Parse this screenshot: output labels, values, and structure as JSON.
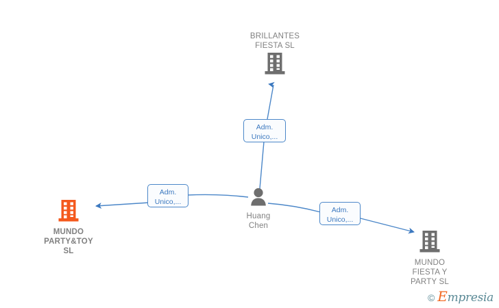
{
  "diagram": {
    "type": "org-relationship-graph",
    "background_color": "#ffffff",
    "edge_color": "#4a86c8",
    "company_icon_color": "#6e6e6e",
    "highlight_icon_color": "#f4591d",
    "person_icon_color": "#6e6e6e",
    "label_text_color": "#808080"
  },
  "nodes": [
    {
      "id": "brillantes",
      "icon": "building-icon",
      "label": "BRILLANTES\nFIESTA  SL",
      "label_position": "top",
      "color": "#6e6e6e",
      "highlighted": false
    },
    {
      "id": "mundo-party-toy",
      "icon": "building-icon",
      "label": "MUNDO\nPARTY&TOY\nSL",
      "label_position": "bottom",
      "color": "#f4591d",
      "highlighted": true
    },
    {
      "id": "huang-chen",
      "icon": "person-icon",
      "label": "Huang\nChen",
      "label_position": "bottom",
      "color": "#6e6e6e",
      "highlighted": false
    },
    {
      "id": "mundo-fiesta-party",
      "icon": "building-icon",
      "label": "MUNDO\nFIESTA Y\nPARTY  SL",
      "label_position": "bottom",
      "color": "#6e6e6e",
      "highlighted": false
    }
  ],
  "edges": [
    {
      "id": "edge-to-brillantes",
      "from": "huang-chen",
      "to": "brillantes",
      "label": "Adm.\nUnico,...",
      "arrow": "up"
    },
    {
      "id": "edge-to-mundo-party-toy",
      "from": "huang-chen",
      "to": "mundo-party-toy",
      "label": "Adm.\nUnico,...",
      "arrow": "left"
    },
    {
      "id": "edge-to-mundo-fiesta-party",
      "from": "huang-chen",
      "to": "mundo-fiesta-party",
      "label": "Adm.\nUnico,...",
      "arrow": "right"
    }
  ],
  "watermark": {
    "copyright": "©",
    "brand_initial": "E",
    "brand_rest": "mpresia",
    "brand_color": "#5b8a96",
    "initial_color": "#f2671f"
  }
}
